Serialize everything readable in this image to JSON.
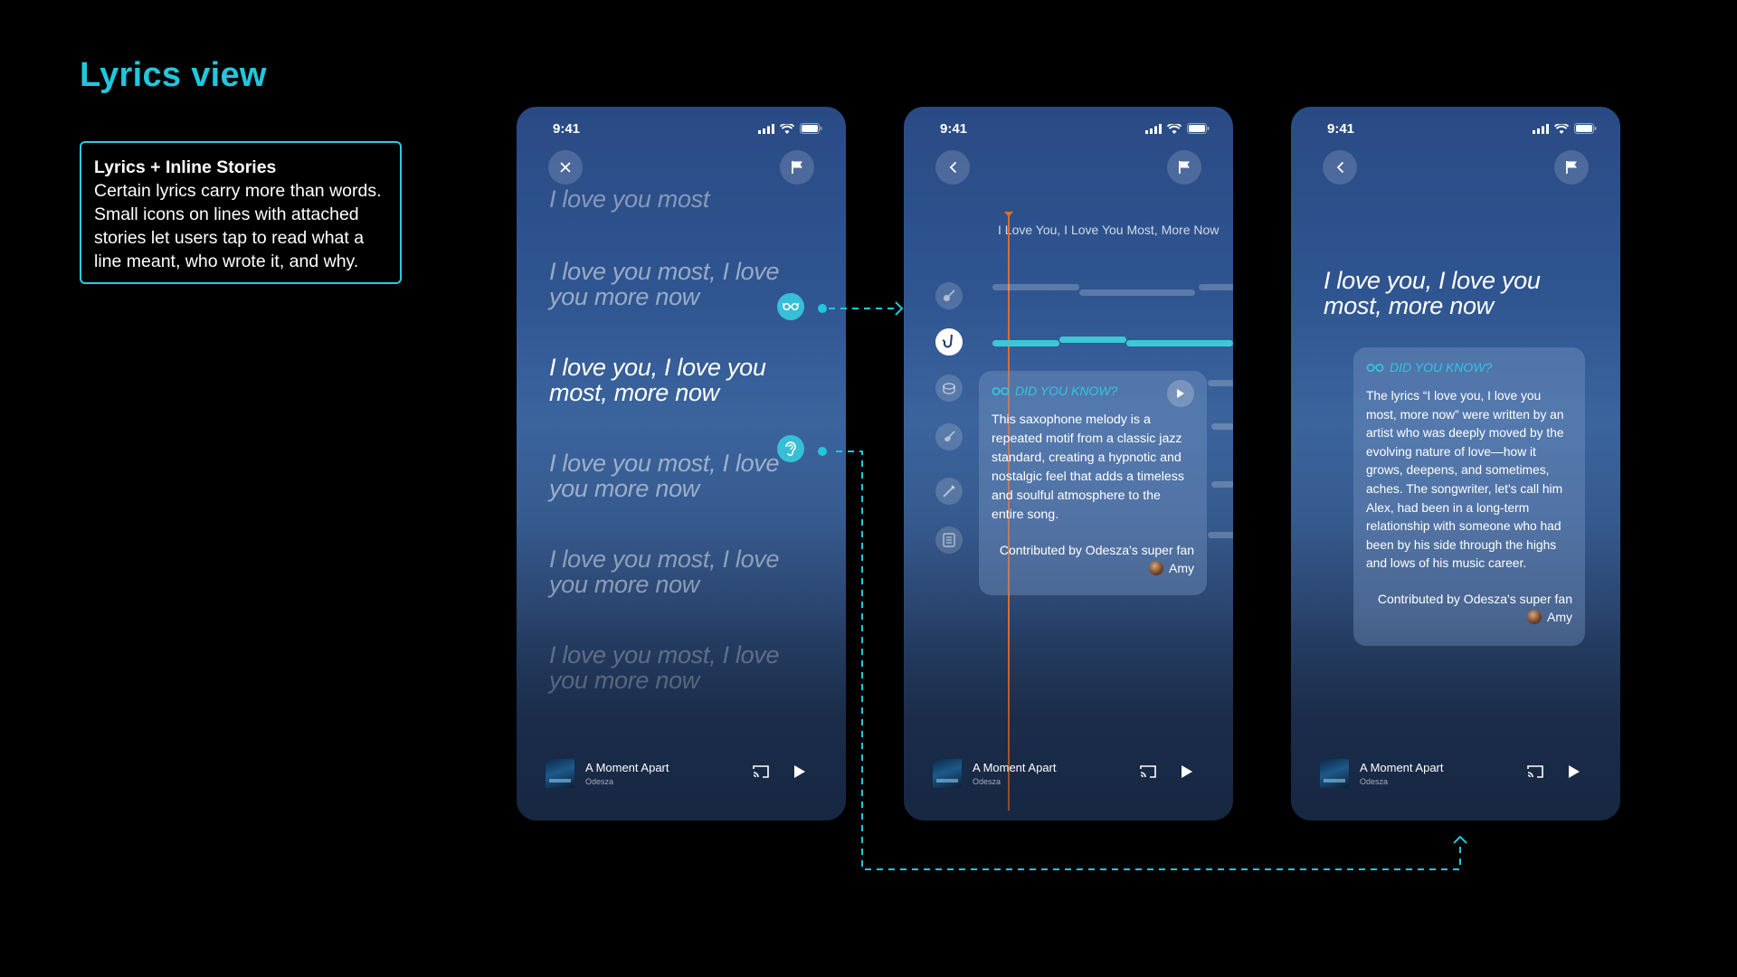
{
  "page": {
    "title": "Lyrics view"
  },
  "info": {
    "heading": "Lyrics + Inline Stories",
    "body": "Certain lyrics carry more than words. Small icons on lines with attached stories let users tap to read what a line meant, who wrote it, and why."
  },
  "status": {
    "time": "9:41"
  },
  "screen1": {
    "lyrics": [
      "I love you most",
      "I love you most, I love you more now",
      "I love you, I love you most, more now",
      "I love you most, I love you more now",
      "I love you most, I love you more now",
      "I love you most, I love you more now"
    ]
  },
  "screen2": {
    "timeline_title": "I Love You, I Love You Most, More Now",
    "card": {
      "label": "DID YOU KNOW?",
      "body": "This saxophone melody is a repeated motif from a classic jazz standard, creating a hypnotic and nostalgic feel that adds a timeless and soulful atmosphere to the entire song.",
      "contributed": "Contributed by Odesza's super fan",
      "author": "Amy"
    },
    "instruments": [
      "guitar-icon",
      "saxophone-icon",
      "drums-icon",
      "violin-icon",
      "trumpet-icon",
      "keyboard-icon"
    ]
  },
  "screen3": {
    "lyric": "I love you, I love you most, more now",
    "card": {
      "label": "DID YOU KNOW?",
      "body": "The lyrics “I love you, I love you most, more now” were written by an artist who was deeply moved by the evolving nature of love—how it grows, deepens, and sometimes, aches. The songwriter, let's call him Alex, had been in a long-term relationship with someone who had been by his side through the highs and lows of his music career.",
      "contributed": "Contributed by Odesza's super fan",
      "author": "Amy"
    }
  },
  "player": {
    "song": "A Moment Apart",
    "artist": "Odesza"
  },
  "colors": {
    "accent": "#22c7dc",
    "playhead": "#e06c2c",
    "background": "#000000"
  }
}
